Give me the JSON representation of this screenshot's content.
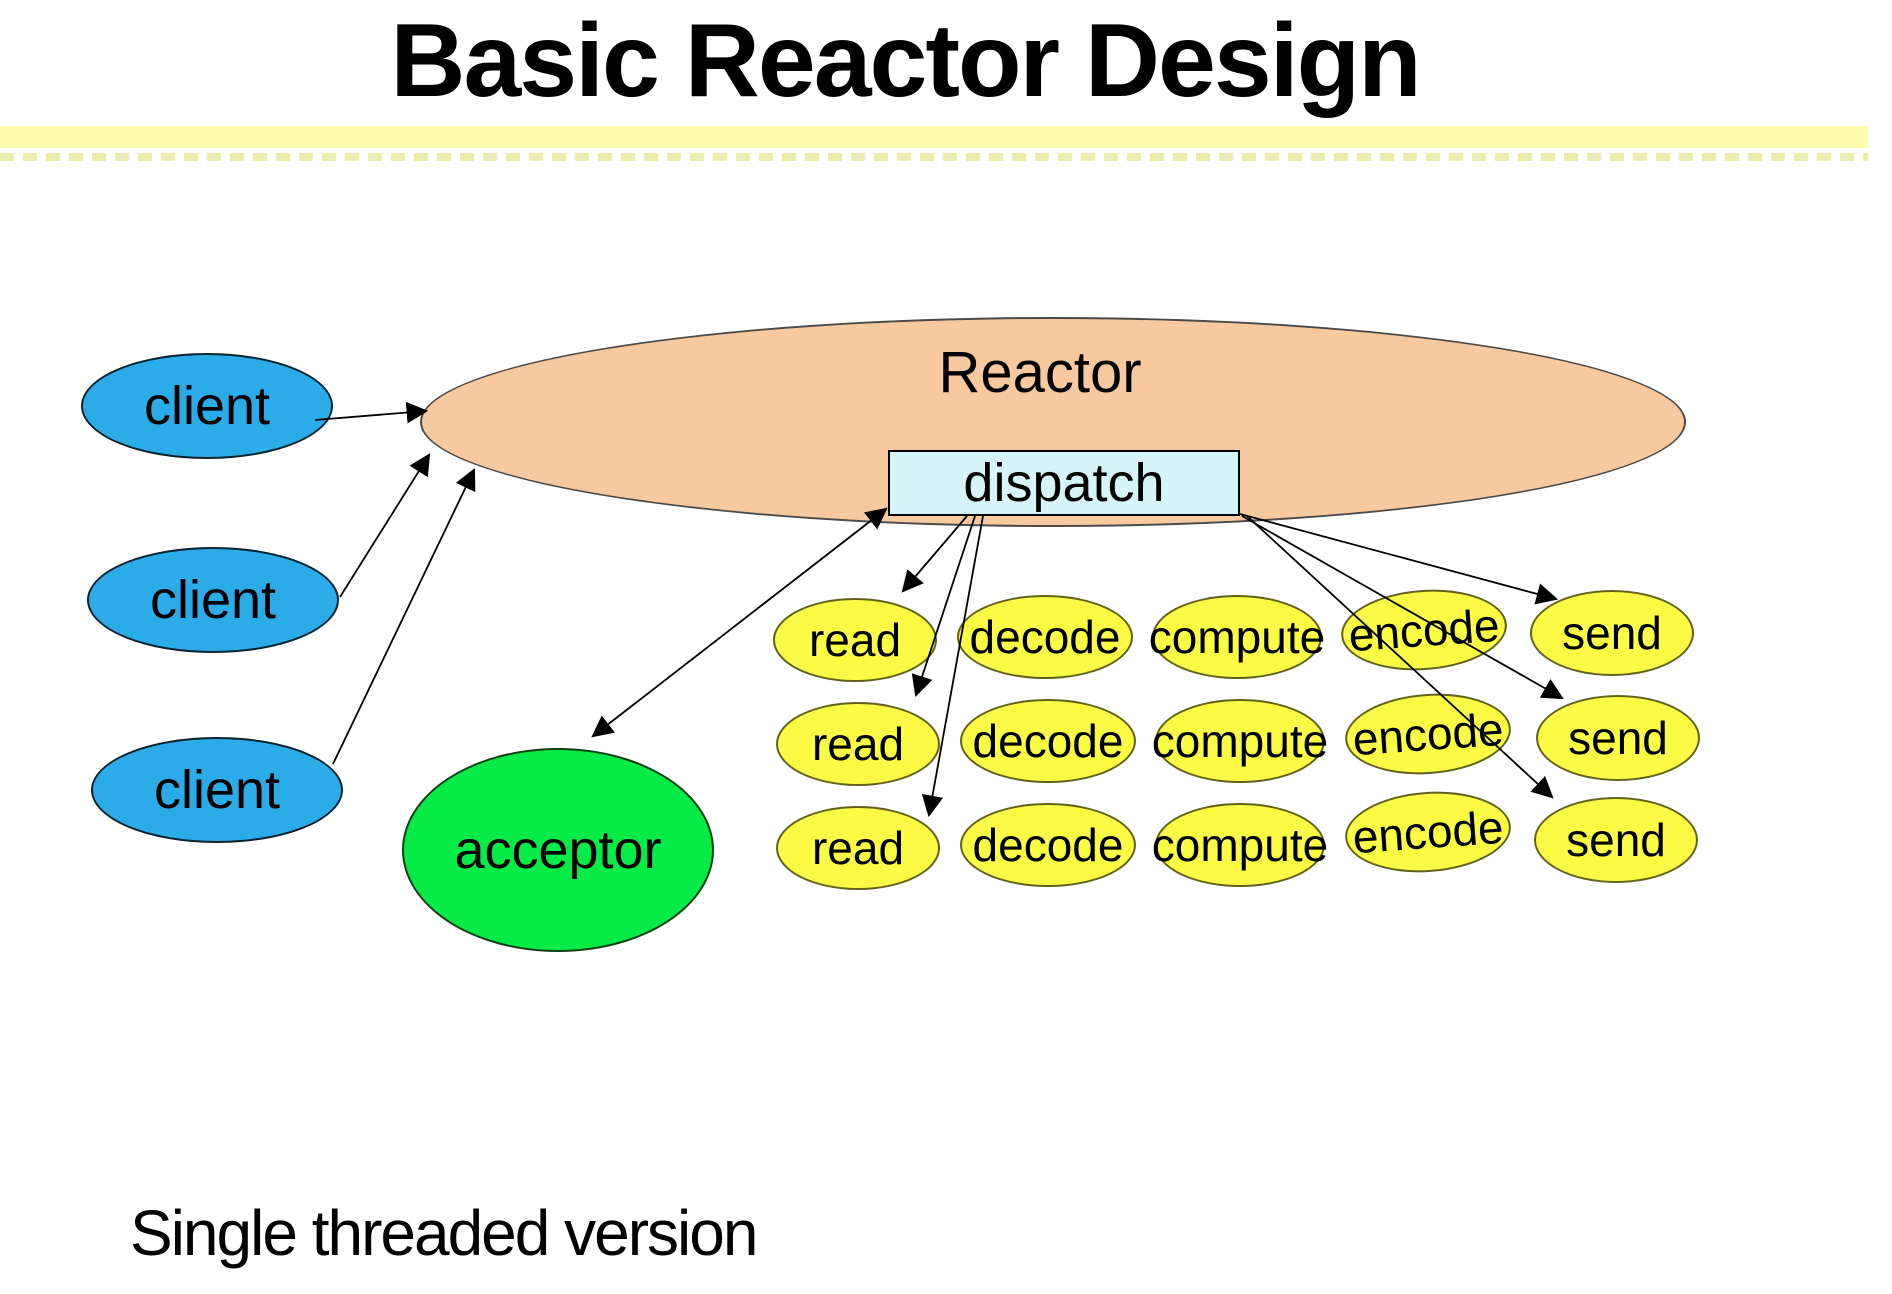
{
  "title": "Basic Reactor Design",
  "footer": "Single threaded version",
  "reactor": {
    "label": "Reactor"
  },
  "dispatch": {
    "label": "dispatch"
  },
  "clients": [
    {
      "label": "client"
    },
    {
      "label": "client"
    },
    {
      "label": "client"
    }
  ],
  "acceptor": {
    "label": "acceptor"
  },
  "pipeline": {
    "rows": 3,
    "stages": [
      "read",
      "decode",
      "compute",
      "encode",
      "send"
    ]
  },
  "colors": {
    "reactor_fill": "#F8C99E",
    "client_fill": "#2BACE8",
    "acceptor_fill": "#06EB47",
    "stage_fill": "#FBFB46",
    "dispatch_fill": "#D5F5F8",
    "accent_bar": "#FBFBAB",
    "arrow": "#000000"
  }
}
